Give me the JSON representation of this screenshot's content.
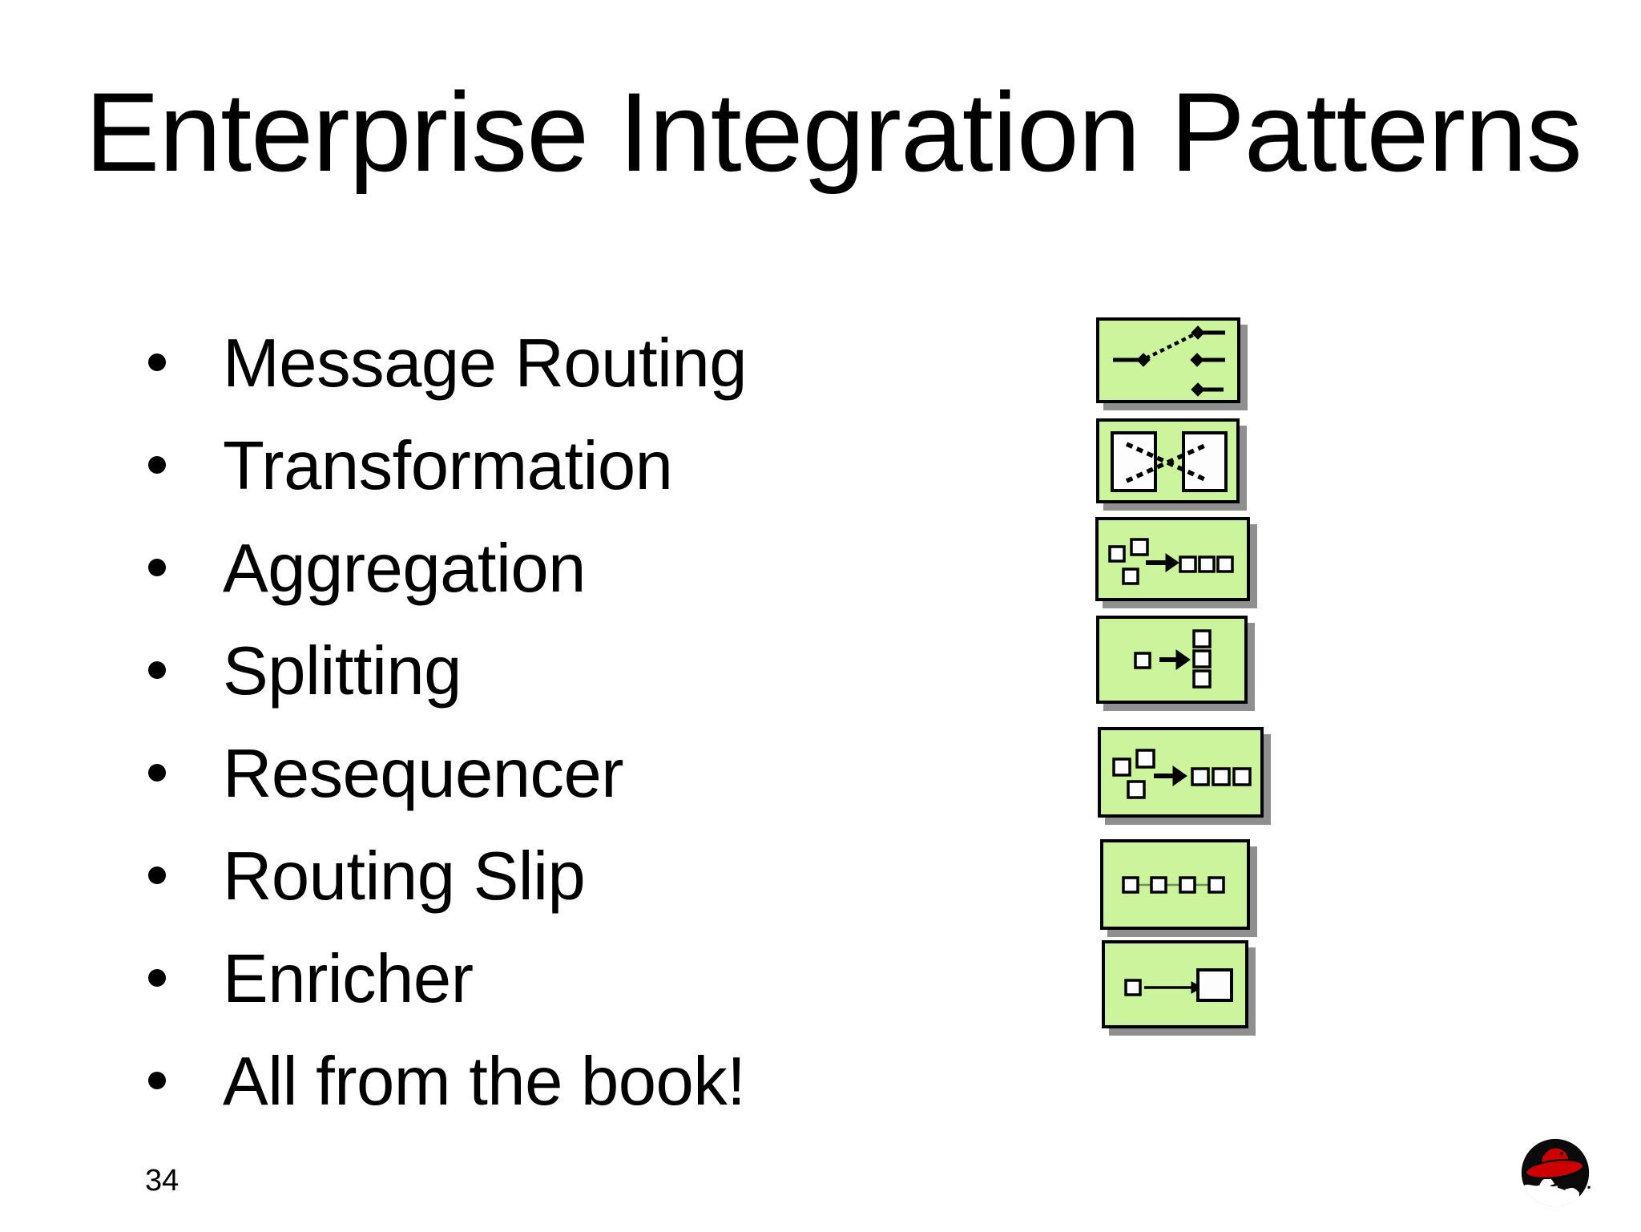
{
  "slide": {
    "title": "Enterprise Integration Patterns",
    "page_number": "34",
    "bullets": [
      {
        "label": "Message Routing"
      },
      {
        "label": "Transformation"
      },
      {
        "label": "Aggregation"
      },
      {
        "label": "Splitting"
      },
      {
        "label": "Resequencer"
      },
      {
        "label": "Routing Slip"
      },
      {
        "label": "Enricher"
      },
      {
        "label": "All from the book!"
      }
    ],
    "pattern_icons": [
      {
        "name": "message-routing-icon"
      },
      {
        "name": "transformation-icon"
      },
      {
        "name": "aggregation-icon"
      },
      {
        "name": "splitting-icon"
      },
      {
        "name": "resequencer-icon"
      },
      {
        "name": "routing-slip-icon"
      },
      {
        "name": "enricher-icon"
      }
    ],
    "footer": {
      "logo": "redhat-shadowman-logo"
    },
    "colors": {
      "background": "#ffffff",
      "text": "#000000",
      "icon_fill": "#ccf49c",
      "icon_border": "#000000",
      "icon_shadow": "#8f8f8f",
      "logo_red": "#cc0000"
    }
  }
}
